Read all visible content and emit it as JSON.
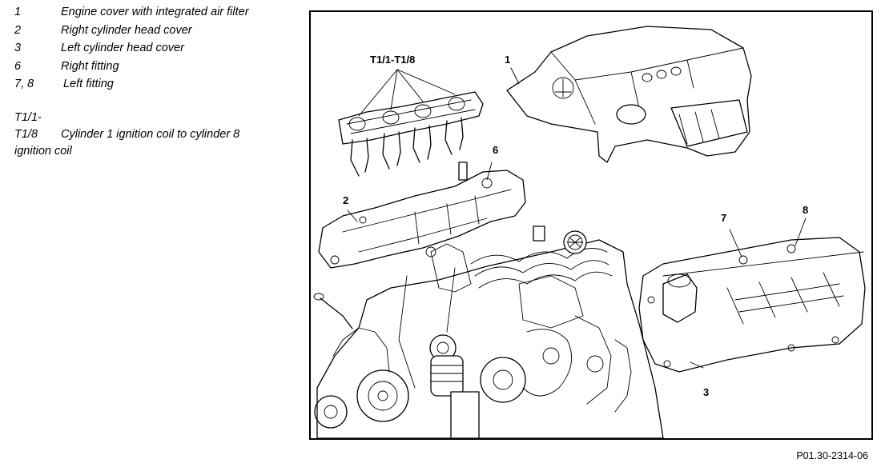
{
  "legend": [
    {
      "key": "1",
      "desc": "Engine cover with integrated air filter"
    },
    {
      "key": "2",
      "desc": "Right cylinder head cover"
    },
    {
      "key": "3",
      "desc": "Left cylinder head cover"
    },
    {
      "key": "6",
      "desc": "Right fitting"
    },
    {
      "key": "7, 8",
      "desc": "Left fitting"
    }
  ],
  "legend_range": {
    "key_line1": "T1/1-",
    "key_line2": "T1/8",
    "desc_line1": "Cylinder 1 ignition coil to cylinder 8",
    "desc_line2": "ignition coil"
  },
  "callouts": {
    "c_t1": "T1/1-T1/8",
    "c_1": "1",
    "c_6": "6",
    "c_2": "2",
    "c_7": "7",
    "c_8": "8",
    "c_3": "3"
  },
  "figure_ref": "P01.30-2314-06"
}
